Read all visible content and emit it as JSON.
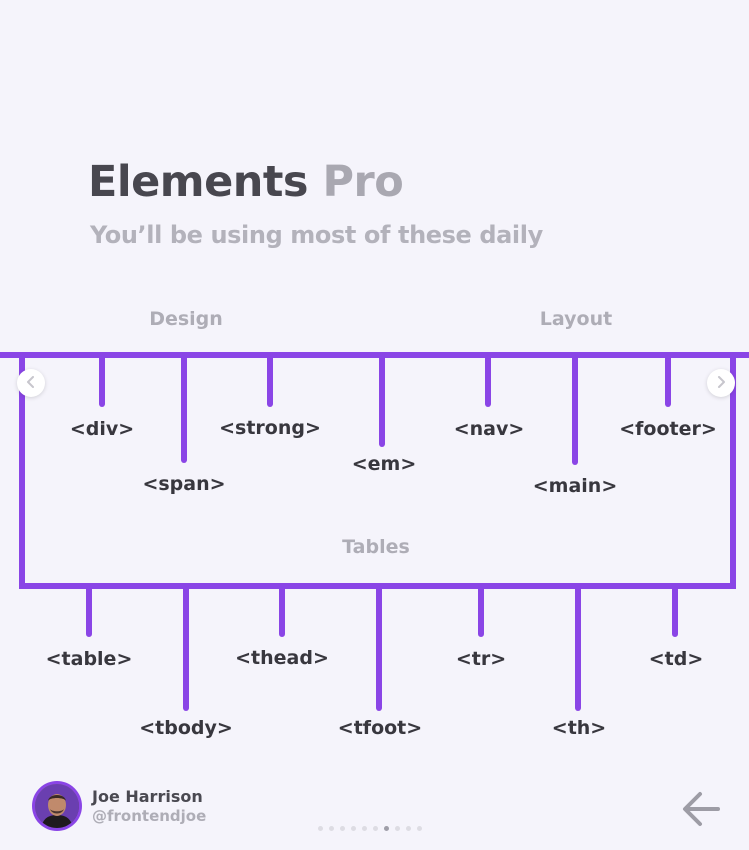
{
  "header": {
    "title_main": "Elements",
    "title_accent": "Pro",
    "subtitle": "You’ll be using most of these daily"
  },
  "sections": {
    "design": "Design",
    "layout": "Layout",
    "tables": "Tables"
  },
  "design_tags": [
    "<div>",
    "<span>",
    "<strong>",
    "<em>"
  ],
  "layout_tags": [
    "<nav>",
    "<main>",
    "<footer>"
  ],
  "table_tags": [
    "<table>",
    "<tbody>",
    "<thead>",
    "<tfoot>",
    "<tr>",
    "<th>",
    "<td>"
  ],
  "author": {
    "name": "Joe Harrison",
    "handle": "@frontendjoe"
  },
  "carousel": {
    "total_pages": 10,
    "current_page": 7
  },
  "colors": {
    "accent": "#8a45e6",
    "background": "#f5f4fb",
    "title": "#48474f",
    "muted": "#aeadb6"
  },
  "icons": {
    "prev": "chevron-left-icon",
    "next": "chevron-right-icon",
    "back": "arrow-left-icon"
  }
}
